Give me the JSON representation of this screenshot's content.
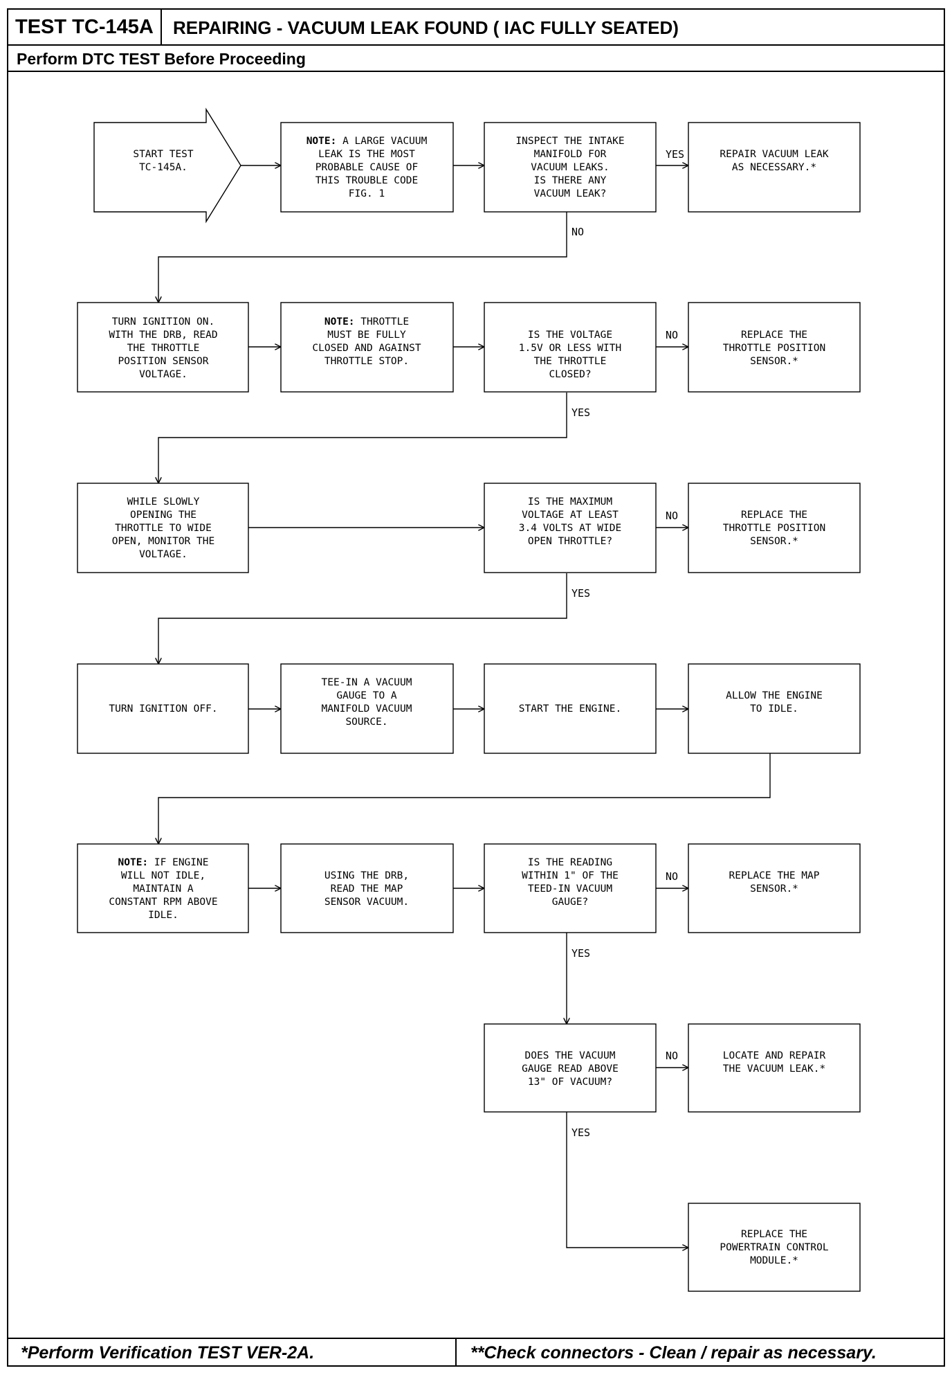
{
  "header": {
    "test_id": "TEST TC-145A",
    "title": "REPAIRING - VACUUM LEAK FOUND ( IAC FULLY SEATED)",
    "subtitle": "Perform DTC TEST Before Proceeding"
  },
  "footer": {
    "left": "*Perform Verification TEST VER-2A.",
    "right": "**Check connectors - Clean / repair as necessary."
  },
  "labels": {
    "yes": "YES",
    "no": "NO"
  },
  "steps": {
    "start": [
      "START TEST",
      "TC-145A."
    ],
    "note_large_leak": {
      "prefix": "NOTE:",
      "lines": [
        "A LARGE VACUUM",
        "LEAK IS THE MOST",
        "PROBABLE CAUSE OF",
        "THIS TROUBLE CODE",
        "FIG. 1"
      ]
    },
    "inspect_manifold": [
      "INSPECT THE INTAKE",
      "MANIFOLD FOR",
      "VACUUM LEAKS.",
      "IS THERE ANY",
      "VACUUM LEAK?"
    ],
    "repair_leak": [
      "REPAIR VACUUM LEAK",
      "AS NECESSARY.*"
    ],
    "ignition_on": [
      "TURN IGNITION ON.",
      "WITH THE DRB, READ",
      "THE THROTTLE",
      "POSITION SENSOR",
      "VOLTAGE."
    ],
    "note_throttle": {
      "prefix": "NOTE:",
      "lines": [
        "THROTTLE",
        "MUST BE FULLY",
        "CLOSED AND AGAINST",
        "THROTTLE STOP."
      ]
    },
    "voltage_closed": [
      "IS THE VOLTAGE",
      "1.5V OR LESS WITH",
      "THE THROTTLE",
      "CLOSED?"
    ],
    "replace_tps_1": [
      "REPLACE THE",
      "THROTTLE POSITION",
      "SENSOR.*"
    ],
    "open_throttle": [
      "WHILE SLOWLY",
      "OPENING THE",
      "THROTTLE TO WIDE",
      "OPEN, MONITOR THE",
      "VOLTAGE."
    ],
    "voltage_wot": [
      "IS THE MAXIMUM",
      "VOLTAGE AT LEAST",
      "3.4 VOLTS AT WIDE",
      "OPEN THROTTLE?"
    ],
    "replace_tps_2": [
      "REPLACE THE",
      "THROTTLE POSITION",
      "SENSOR.*"
    ],
    "ignition_off": [
      "TURN IGNITION OFF."
    ],
    "tee_in_gauge": [
      "TEE-IN A VACUUM",
      "GAUGE TO A",
      "MANIFOLD VACUUM",
      "SOURCE."
    ],
    "start_engine": [
      "START THE ENGINE."
    ],
    "allow_idle": [
      "ALLOW THE ENGINE",
      "TO IDLE."
    ],
    "note_idle": {
      "prefix": "NOTE:",
      "lines": [
        "IF ENGINE",
        "WILL NOT IDLE,",
        "MAINTAIN A",
        "CONSTANT RPM ABOVE",
        "IDLE."
      ]
    },
    "read_map": [
      "USING THE DRB,",
      "READ THE MAP",
      "SENSOR VACUUM."
    ],
    "reading_within": [
      "IS THE READING",
      "WITHIN 1\" OF THE",
      "TEED-IN VACUUM",
      "GAUGE?"
    ],
    "replace_map": [
      "REPLACE THE MAP",
      "SENSOR.*"
    ],
    "gauge_above": [
      "DOES THE VACUUM",
      "GAUGE READ ABOVE",
      "13\" OF VACUUM?"
    ],
    "locate_repair": [
      "LOCATE AND REPAIR",
      "THE VACUUM LEAK.*"
    ],
    "replace_pcm": [
      "REPLACE THE",
      "POWERTRAIN CONTROL",
      "MODULE.*"
    ]
  }
}
